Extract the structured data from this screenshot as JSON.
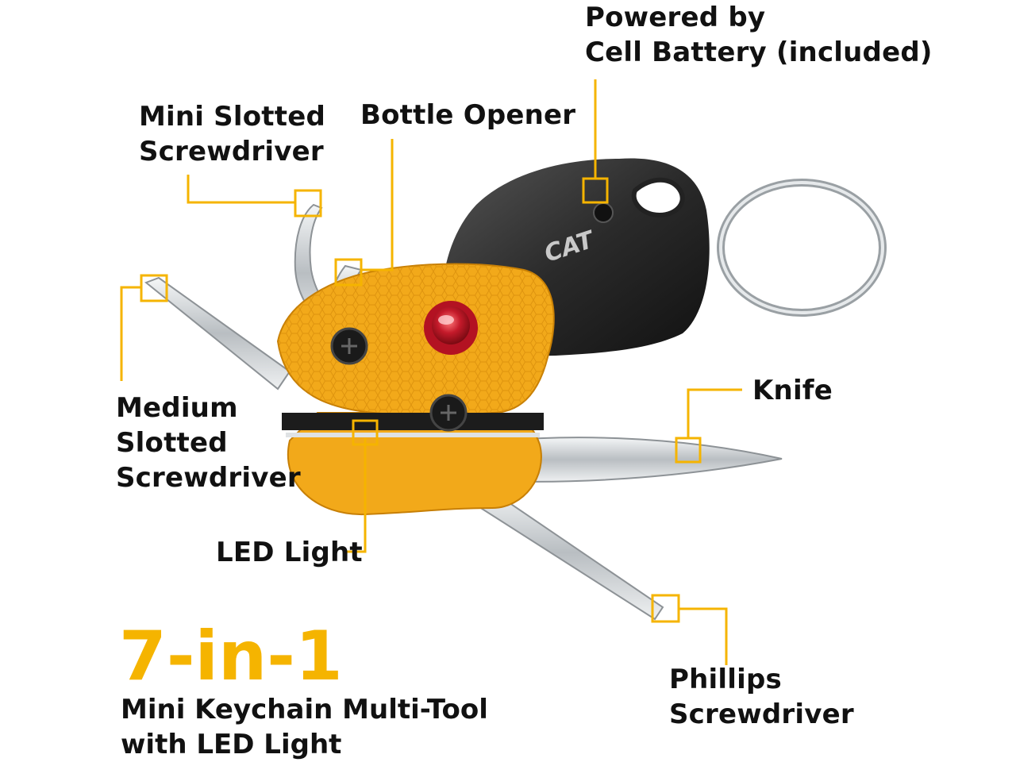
{
  "callouts": {
    "battery": {
      "line1": "Powered by",
      "line2": "Cell Battery (included)"
    },
    "mini_slotted": {
      "line1": "Mini Slotted",
      "line2": "Screwdriver"
    },
    "bottle_opener": {
      "line1": "Bottle Opener"
    },
    "medium_slotted": {
      "line1": "Medium",
      "line2": "Slotted",
      "line3": "Screwdriver"
    },
    "knife": {
      "line1": "Knife"
    },
    "led_light": {
      "line1": "LED Light"
    },
    "phillips": {
      "line1": "Phillips",
      "line2": "Screwdriver"
    }
  },
  "product": {
    "headline": "7-in-1",
    "subtitle_line1": "Mini Keychain Multi-Tool",
    "subtitle_line2": "with LED Light",
    "logo_text": "CAT"
  },
  "colors": {
    "accent": "#f5b400",
    "body_yellow": "#f2a91a",
    "body_dark": "#2b2b2b",
    "button_red": "#c41a2a",
    "steel": "#cfd3d6",
    "text": "#111111"
  }
}
